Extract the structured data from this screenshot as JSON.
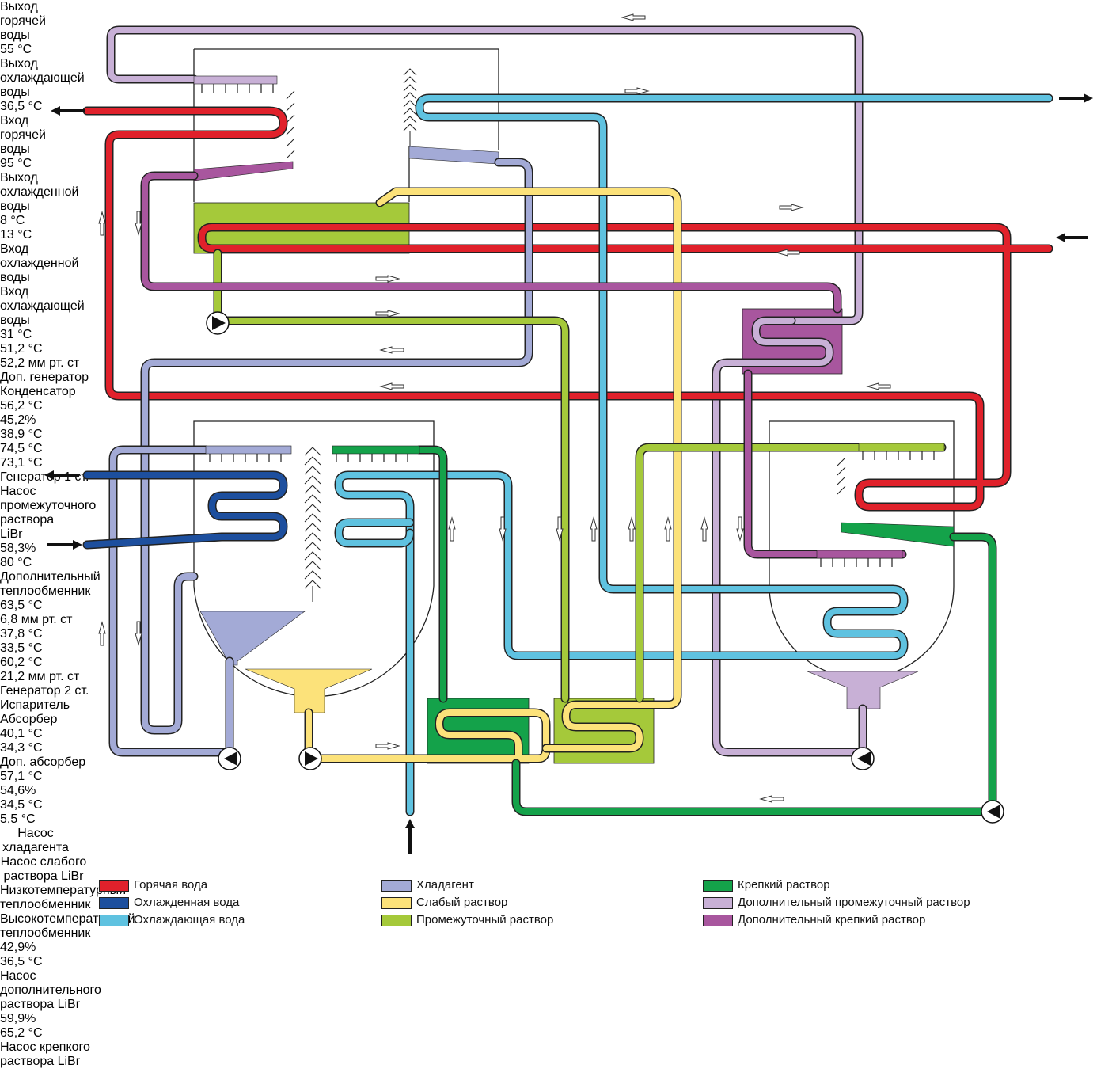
{
  "colors": {
    "hot_water": "#e0212b",
    "chilled_water": "#1d4f9e",
    "cooling_water": "#5fc2e0",
    "refrigerant": "#a3aad6",
    "weak_solution": "#fce27a",
    "intermediate_solution": "#a5c93a",
    "strong_solution": "#14a24a",
    "additional_intermediate_solution": "#c8b0d6",
    "additional_strong_solution": "#a8569e"
  },
  "labels": {
    "hot_out": "Выход горячей воды",
    "hot_out_temp": "55 °C",
    "cool_out": "Выход охлаждающей воды",
    "cool_out_temp": "36,5 °C",
    "hot_in": "Вход горячей воды",
    "hot_in_temp": "95 °C",
    "chilled_out": "Выход охлажденной воды",
    "chilled_out_temp": "8 °C",
    "chilled_in_temp": "13 °C",
    "chilled_in": "Вход охлажденной воды",
    "cool_in": "Вход охлаждающей воды",
    "cool_in_temp": "31 °C",
    "t_51_2": "51,2 °C",
    "p_top": "52,2  мм рт. ст",
    "aux_generator": "Доп. генератор",
    "condenser": "Конденсатор",
    "t_56_2": "56,2 °C",
    "c_45_2": "45,2%",
    "t_38_9": "38,9 °C",
    "t_74_5": "74,5 °C",
    "t_73_1": "73,1 °C",
    "generator1": "Генератор 1 ст.",
    "pump_intermediate": "Насос промежуточного раствора LiBr",
    "c_58_3": "58,3%",
    "t_80": "80 °C",
    "aux_hx": "Дополнительный теплообменник",
    "t_63_5": "63,5 °C",
    "p_evap": "6,8 мм рт. ст",
    "t_37_8": "37,8 °C",
    "t_33_5": "33,5 °C",
    "t_60_2": "60,2 °C",
    "p_right": "21,2 мм рт. ст",
    "generator2": "Генератор 2 ст.",
    "evaporator": "Испаритель",
    "absorber": "Абсорбер",
    "t_40_1": "40,1 °C",
    "t_34_3": "34,3 °C",
    "aux_absorber": "Доп. абсорбер",
    "t_57_1": "57,1 °C",
    "c_54_6": "54,6%",
    "t_34_5": "34,5 °C",
    "t_5_5": "5,5 °C",
    "pump_ref": "Насос хладагента",
    "pump_weak": "Насос слабого раствора LiBr",
    "lt_hx": "Низкотемпературный теплообменник",
    "ht_hx": "Высокотемпературный теплообменник",
    "c_42_9": "42,9%",
    "t_36_5": "36,5 °C",
    "pump_aux": "Насос дополнительного раствора LiBr",
    "c_59_9": "59,9%",
    "t_65_2": "65,2 °C",
    "pump_strong": "Насос крепкого раствора LiBr"
  },
  "legend": [
    {
      "label": "Горячая вода",
      "color": "#e0212b"
    },
    {
      "label": "Охлажденная вода",
      "color": "#1d4f9e"
    },
    {
      "label": "Охлаждающая вода",
      "color": "#5fc2e0"
    },
    {
      "label": "Хладагент",
      "color": "#a3aad6"
    },
    {
      "label": "Слабый раствор",
      "color": "#fce27a"
    },
    {
      "label": "Промежуточный раствор",
      "color": "#a5c93a"
    },
    {
      "label": "Крепкий раствор",
      "color": "#14a24a"
    },
    {
      "label": "Дополнительный промежуточный раствор",
      "color": "#c8b0d6"
    },
    {
      "label": "Дополнительный крепкий раствор",
      "color": "#a8569e"
    }
  ]
}
